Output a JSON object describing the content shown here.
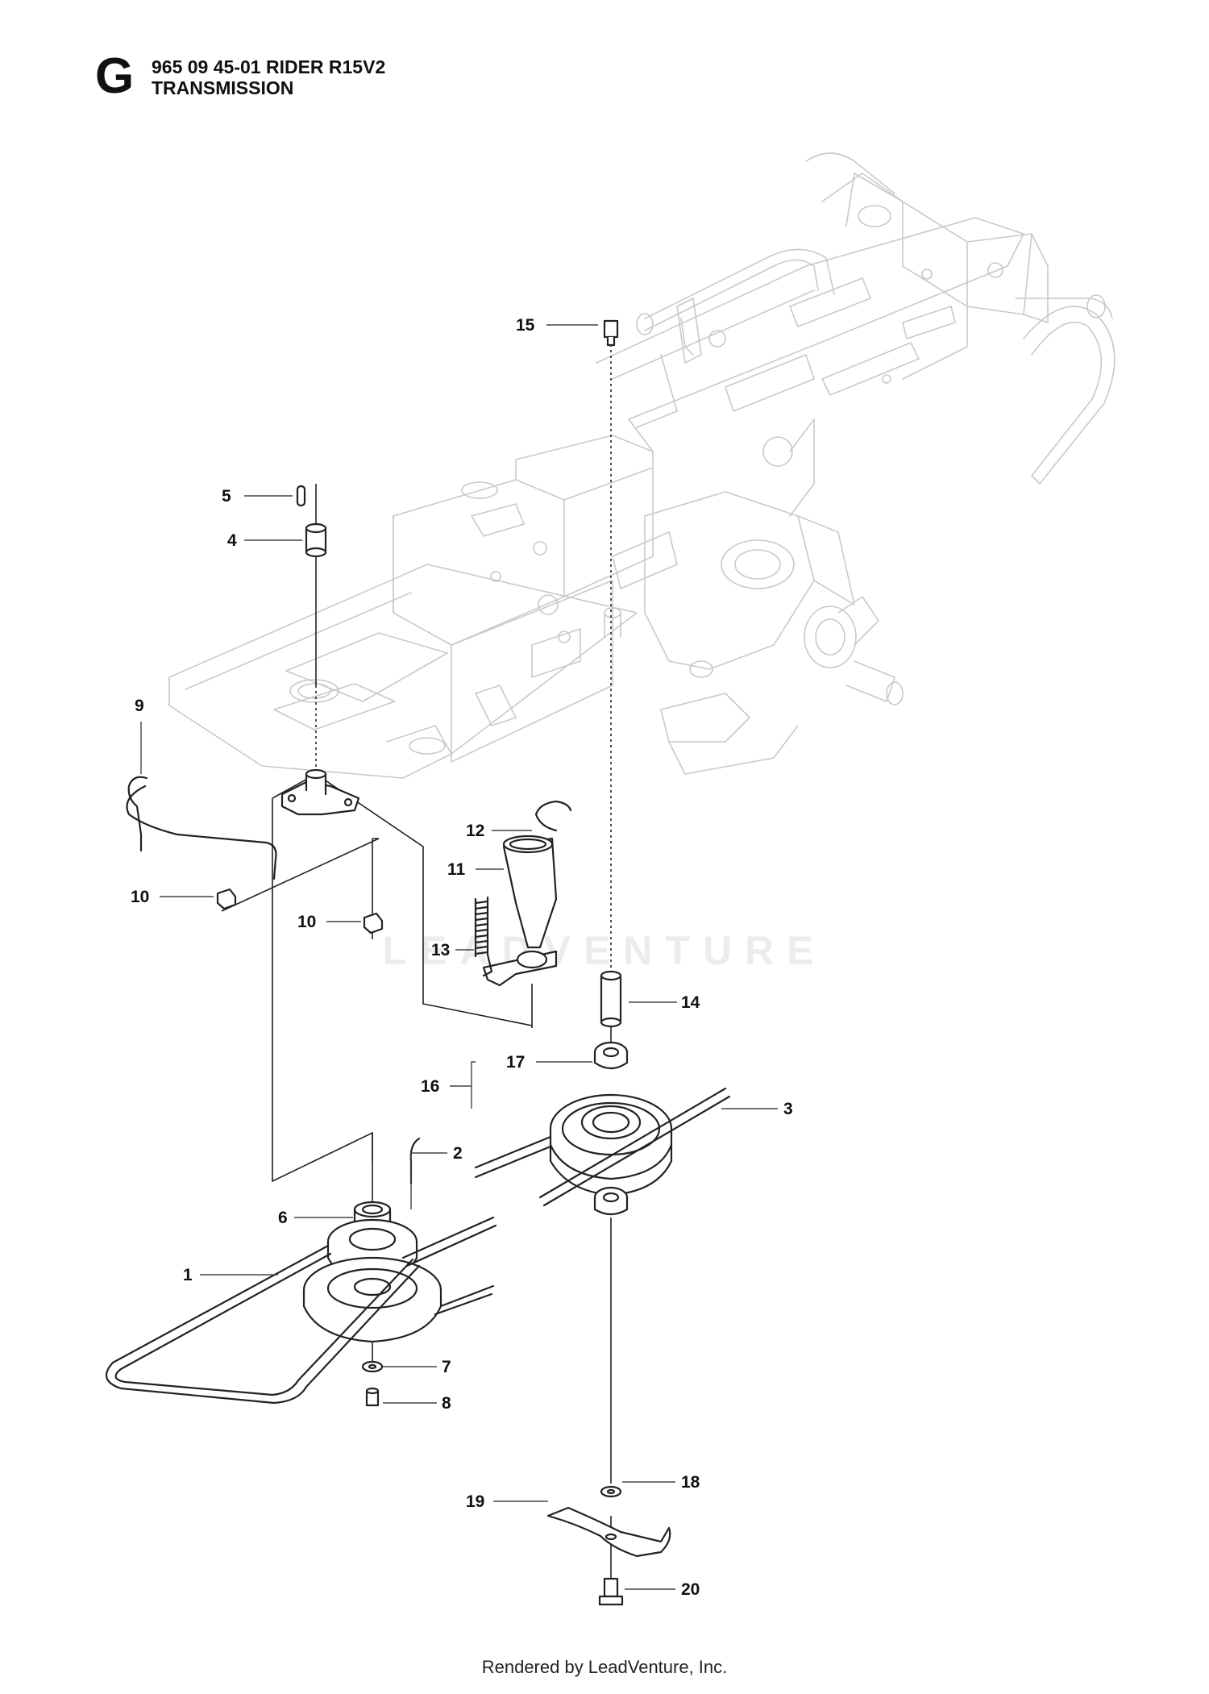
{
  "header": {
    "section_letter": "G",
    "model_line": "965 09 45-01 RIDER R15V2",
    "section_title": "TRANSMISSION"
  },
  "callouts": {
    "c1": "1",
    "c2": "2",
    "c3": "3",
    "c4": "4",
    "c5": "5",
    "c6": "6",
    "c7": "7",
    "c8": "8",
    "c9": "9",
    "c10a": "10",
    "c10b": "10",
    "c11": "11",
    "c12": "12",
    "c13": "13",
    "c14": "14",
    "c15": "15",
    "c16": "16",
    "c17": "17",
    "c18": "18",
    "c19": "19",
    "c20": "20"
  },
  "watermark": "LEADVENTURE",
  "footer": "Rendered by LeadVenture, Inc."
}
